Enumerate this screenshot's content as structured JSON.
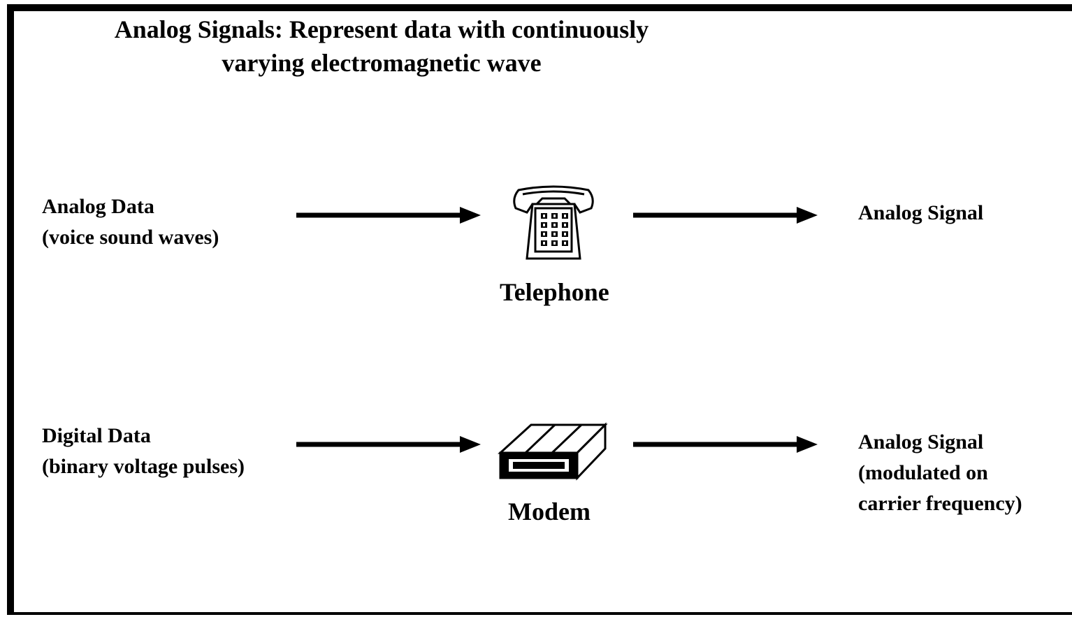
{
  "title": {
    "line1": "Analog Signals: Represent data with continuously",
    "line2": "varying electromagnetic wave"
  },
  "rows": [
    {
      "input": {
        "line1": "Analog Data",
        "line2": "(voice sound waves)"
      },
      "device": {
        "label": "Telephone",
        "icon": "telephone-icon"
      },
      "output": {
        "line1": "Analog Signal"
      }
    },
    {
      "input": {
        "line1": "Digital Data",
        "line2": "(binary voltage pulses)"
      },
      "device": {
        "label": "Modem",
        "icon": "modem-icon"
      },
      "output": {
        "line1": "Analog Signal",
        "line2": "(modulated on",
        "line3": "carrier frequency)"
      }
    }
  ]
}
